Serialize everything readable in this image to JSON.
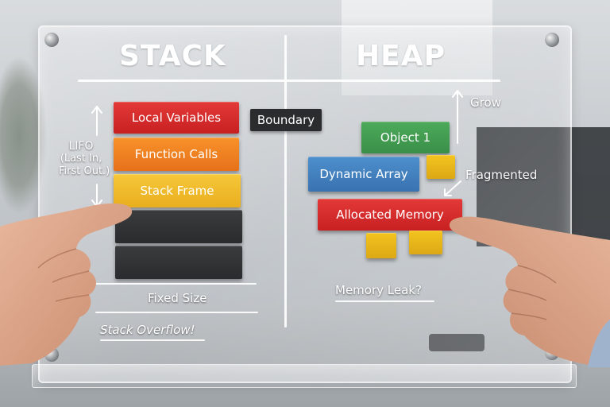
{
  "stack": {
    "title": "STACK",
    "blocks": [
      "Local Variables",
      "Function Calls",
      "Stack Frame"
    ],
    "lifo_label": [
      "LIFO",
      "(Last In,",
      "First Out.)"
    ],
    "fixed_size": "Fixed Size",
    "overflow": "Stack Overflow!"
  },
  "boundary": "Boundary",
  "heap": {
    "title": "HEAP",
    "grow": "Grow",
    "fragmented": "Fragmented",
    "blocks": [
      "Object 1",
      "Dynamic Array",
      "Allocated Memory"
    ],
    "memory_leak": "Memory Leak?"
  },
  "colors": {
    "red": "#d9272a",
    "orange": "#f07f22",
    "yellow": "#f0bc2c",
    "dark": "#2f3032",
    "green": "#43a050",
    "blue": "#4582c0",
    "gold": "#ebb81a"
  }
}
